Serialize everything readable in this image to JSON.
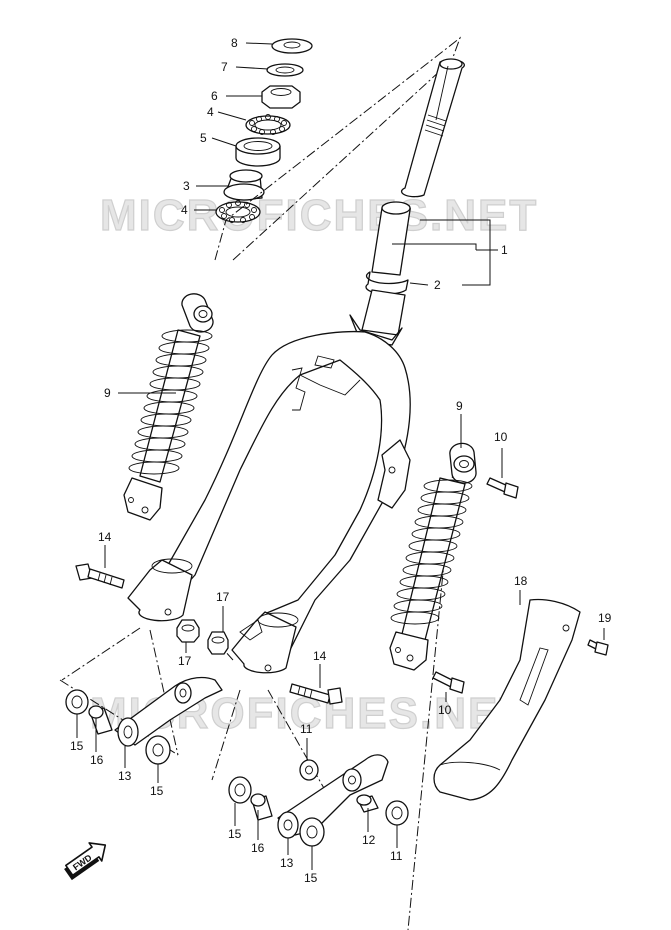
{
  "watermark": "MICROFICHES.NET",
  "fwd_label": "FWD",
  "callouts": {
    "c1": "1",
    "c2": "2",
    "c3": "3",
    "c4a": "4",
    "c4b": "4",
    "c5": "5",
    "c6": "6",
    "c7": "7",
    "c8": "8",
    "c9a": "9",
    "c9b": "9",
    "c10a": "10",
    "c10b": "10",
    "c11a": "11",
    "c11b": "11",
    "c12": "12",
    "c13a": "13",
    "c13b": "13",
    "c14a": "14",
    "c14b": "14",
    "c15a": "15",
    "c15b": "15",
    "c15c": "15",
    "c15d": "15",
    "c16a": "16",
    "c16b": "16",
    "c17a": "17",
    "c17b": "17",
    "c18": "18",
    "c19": "19"
  }
}
